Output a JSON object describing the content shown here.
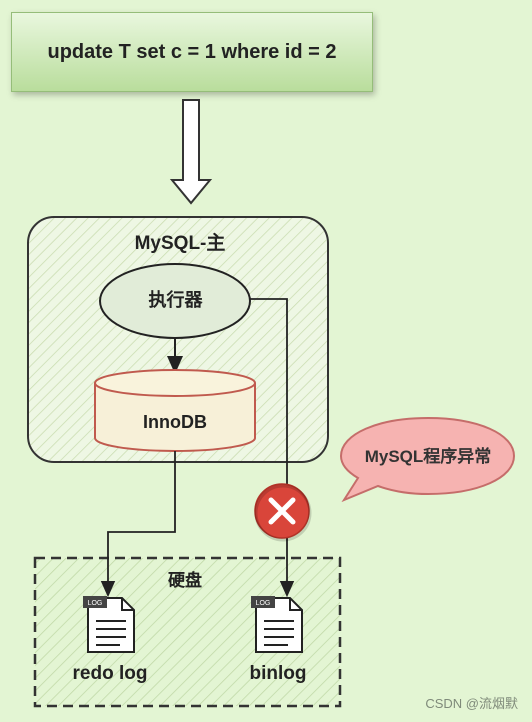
{
  "sql_statement": "update T set c = 1 where id = 2",
  "mysql_box": {
    "title": "MySQL-主"
  },
  "executor": {
    "label": "执行器"
  },
  "engine": {
    "label": "InnoDB"
  },
  "disk": {
    "title": "硬盘",
    "files": [
      {
        "name": "redo log",
        "icon_tag": "LOG",
        "icon": "log-file-icon"
      },
      {
        "name": "binlog",
        "icon_tag": "LOG",
        "icon": "log-file-icon"
      }
    ]
  },
  "error": {
    "bubble_text": "MySQL程序异常",
    "icon": "error-x-icon"
  },
  "watermark": "CSDN @流烟默",
  "colors": {
    "background": "#e3f5d3",
    "sql_box": "#c5e6ac",
    "error_red": "#d9453a",
    "bubble": "#f6b3b1",
    "innodb_border": "#c05a4e"
  }
}
